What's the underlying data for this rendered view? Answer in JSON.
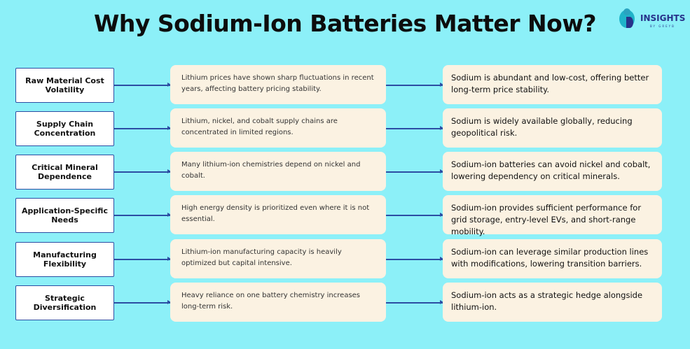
{
  "title": "Why Sodium-Ion Batteries Matter Now?",
  "logo": {
    "name": "INSIGHTS",
    "sub": "BY GREYB"
  },
  "rows": [
    {
      "label": "Raw Material Cost Volatility",
      "issue": "Lithium prices have shown sharp fluctuations in recent years, affecting battery pricing stability.",
      "benefit": "Sodium is abundant and low-cost, offering better long-term price stability."
    },
    {
      "label": "Supply Chain Concentration",
      "issue": "Lithium, nickel, and cobalt supply chains are concentrated in limited regions.",
      "benefit": "Sodium is widely available globally, reducing geopolitical risk."
    },
    {
      "label": "Critical Mineral Dependence",
      "issue": "Many lithium-ion chemistries depend on nickel and cobalt.",
      "benefit": "Sodium-ion batteries can avoid nickel and cobalt, lowering dependency on critical minerals."
    },
    {
      "label": "Application-Specific Needs",
      "issue": "High energy density is prioritized even where it is not essential.",
      "benefit": "Sodium-ion provides sufficient performance for grid storage, entry-level EVs, and short-range mobility."
    },
    {
      "label": "Manufacturing Flexibility",
      "issue": "Lithium-ion manufacturing capacity is heavily optimized but capital intensive.",
      "benefit": "Sodium-ion can leverage similar production lines with modifications, lowering transition barriers."
    },
    {
      "label": "Strategic Diversification",
      "issue": "Heavy reliance on one battery chemistry increases long-term risk.",
      "benefit": "Sodium-ion acts as a strategic hedge alongside lithium-ion."
    }
  ]
}
